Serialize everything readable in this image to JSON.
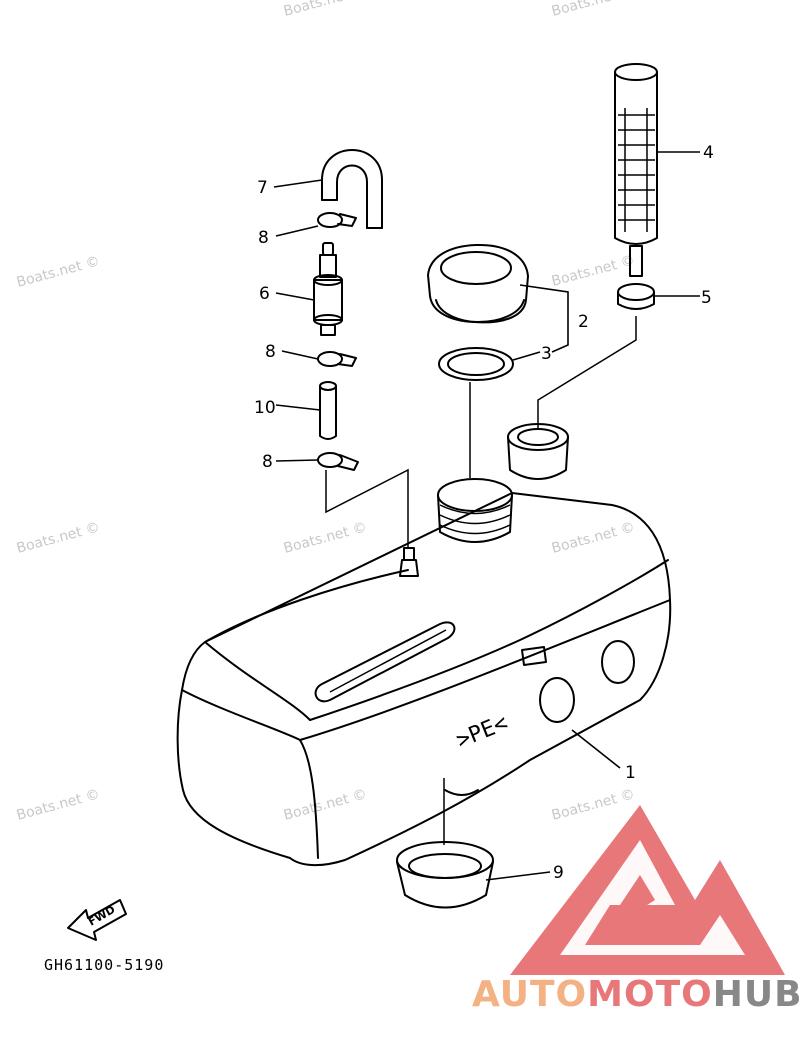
{
  "watermark": "Boats.net ©",
  "part_code": "GH61100-5190",
  "fwd_label": "FWD",
  "tank_marking": ">PE<",
  "callouts": [
    "1",
    "2",
    "3",
    "4",
    "5",
    "6",
    "7",
    "8",
    "8",
    "8",
    "9",
    "10"
  ],
  "brand": {
    "part1": "AUTO",
    "part2": "MOTO",
    "part3": "HUB"
  },
  "colors": {
    "logo_red": "#e8777a",
    "auto_orange": "#f4b183",
    "moto_red": "#e8777a",
    "hub_gray": "#888888",
    "watermark_gray": "#c8c8c8"
  }
}
